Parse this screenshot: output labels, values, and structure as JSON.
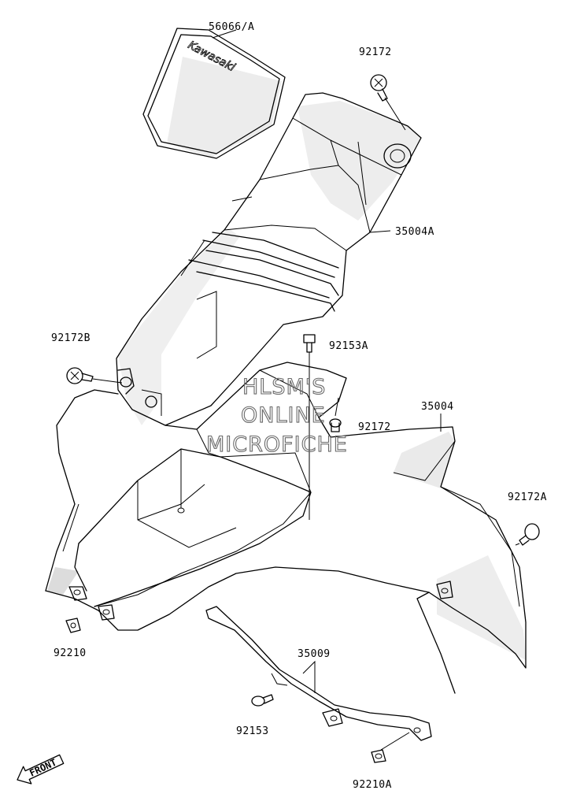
{
  "diagram": {
    "labels": {
      "decal": "56066/A",
      "screw_top": "92172",
      "front_cover": "35004A",
      "screw_left": "92172B",
      "bolt_center": "92153A",
      "fender": "35004",
      "screw_center": "92172",
      "screw_right": "92172A",
      "nut_left": "92210",
      "stay": "35009",
      "bolt_bottom": "92153",
      "nut_bottom": "92210A"
    },
    "decal_text": "Kawasaki",
    "watermark": [
      "HLSM'S",
      "ONLINE",
      "MICROFICHE"
    ],
    "front_badge": "FRONT"
  }
}
